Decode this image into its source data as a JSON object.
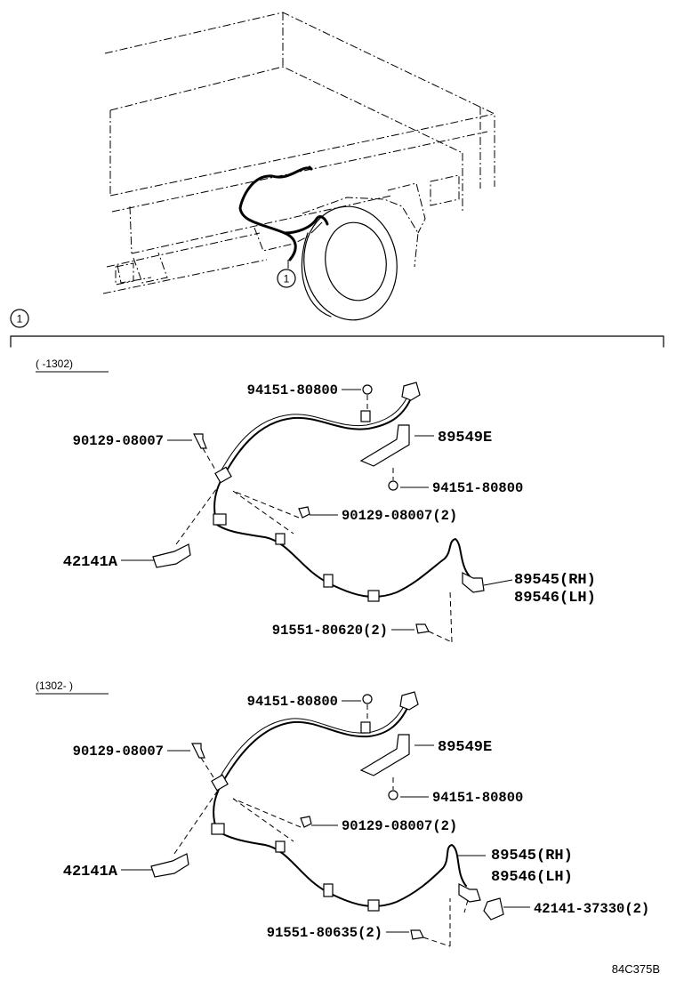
{
  "callout_number": "1",
  "figure_code": "84C375B",
  "sections": [
    {
      "range": "(    -1302)",
      "labels": {
        "nut_top": "94151-80800",
        "bolt_left": "90129-08007",
        "bracket": "89549E",
        "nut_bottom": "94151-80800",
        "bolt_mid": "90129-08007(2)",
        "clamp": "42141A",
        "sensor_rh": "89545(RH)",
        "sensor_lh": "89546(LH)",
        "bolt_bottom": "91551-80620(2)"
      }
    },
    {
      "range": "(1302-     )",
      "labels": {
        "nut_top": "94151-80800",
        "bolt_left": "90129-08007",
        "bracket": "89549E",
        "nut_bottom": "94151-80800",
        "bolt_mid": "90129-08007(2)",
        "clamp": "42141A",
        "sensor_rh": "89545(RH)",
        "sensor_lh": "89546(LH)",
        "clip": "42141-37330(2)",
        "bolt_bottom": "91551-80635(2)"
      }
    }
  ]
}
